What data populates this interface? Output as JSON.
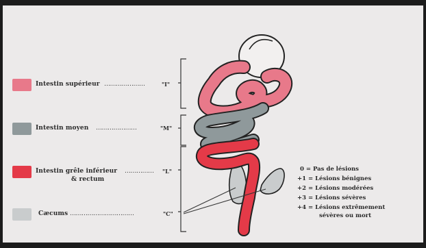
{
  "colors": {
    "background": "#eceaea",
    "upper_intestine": "#e8798a",
    "middle_intestine": "#8f999b",
    "lower_intestine": "#e43a48",
    "caecum": "#c9cccd",
    "stomach": "#f2f0ef",
    "outline": "#222222"
  },
  "legend": [
    {
      "label": "Intestin supérieur",
      "dots": "…………………",
      "code": "\"I\"",
      "color_key": "upper_intestine",
      "icon": "pink-swatch"
    },
    {
      "label": "Intestin moyen",
      "dots": "…………………",
      "code": "\"M\"",
      "color_key": "middle_intestine",
      "icon": "grey-swatch"
    },
    {
      "label": "Intestin grêle inférieur",
      "label2": "& rectum",
      "dots": "……………",
      "code": "\"L\"",
      "color_key": "lower_intestine",
      "icon": "red-swatch"
    },
    {
      "label": "Cæcums",
      "dots": "……………………………",
      "code": "\"C\"",
      "color_key": "caecum",
      "icon": "light-grey-swatch"
    }
  ],
  "scores": [
    "0 = Pas de lésions",
    "+1 = Lésions bénignes",
    "+2 = Lésions modérées",
    "+3 = Lésions sévères",
    "+4 = Lésions extrêmement",
    "sévères ou mort"
  ]
}
